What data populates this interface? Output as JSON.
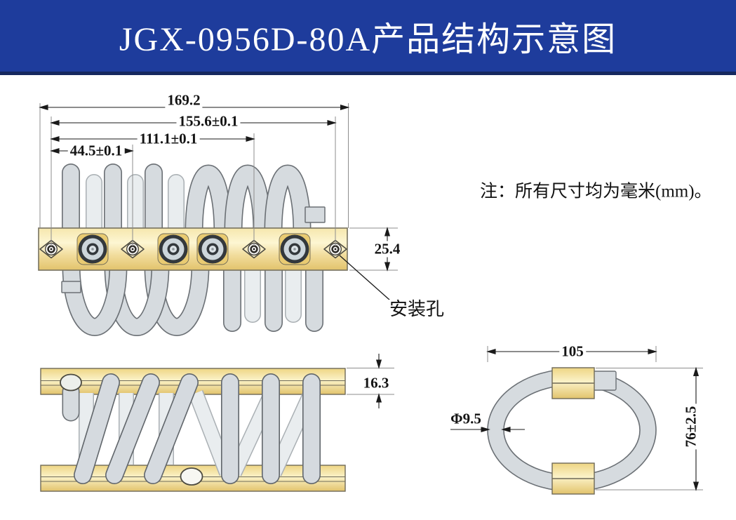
{
  "banner": {
    "title": "JGX-0956D-80A产品结构示意图",
    "bg_color": "#1e3c9c",
    "text_color": "#ffffff",
    "bottom_stripe_color": "#15285e"
  },
  "note": {
    "text": "注：所有尺寸均为毫米(mm)。"
  },
  "front_view": {
    "dims": {
      "total_width": "169.2",
      "span_155": "155.6±0.1",
      "span_111": "111.1±0.1",
      "span_44": "44.5±0.1",
      "bar_height": "25.4"
    },
    "mounting_hole_label": "安装孔"
  },
  "side_view": {
    "dims": {
      "bar_height": "16.3"
    }
  },
  "end_view": {
    "dims": {
      "width": "105",
      "height": "76±2.5",
      "wire_diameter": "Φ9.5"
    }
  },
  "colors": {
    "wire_fill": "#d6dbdf",
    "wire_outline": "#6b7075",
    "wire_back_fill": "#e9edef",
    "gold_light": "#fbf2c8",
    "gold_dark": "#e2c36c",
    "dimension_line": "#1a1a1a",
    "extension_line": "#8d8d8d"
  }
}
